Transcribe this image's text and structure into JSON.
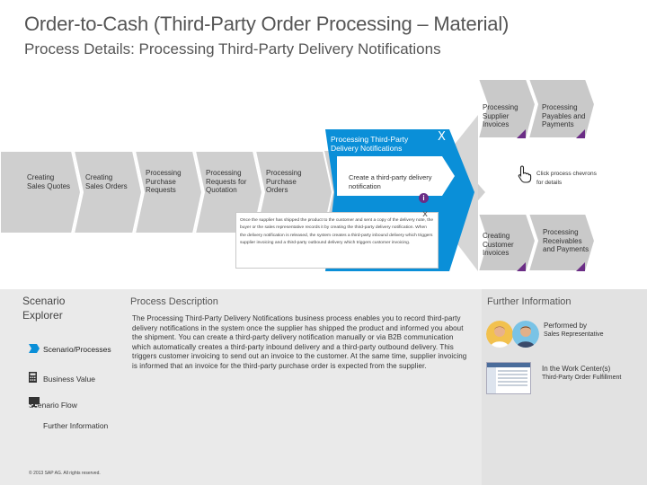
{
  "header": {
    "title": "Order-to-Cash (Third-Party Order Processing – Material)",
    "subtitle": "Process Details: Processing Third-Party Delivery Notifications"
  },
  "flow": {
    "steps": [
      {
        "id": "quotes",
        "label": "Creating Sales Quotes"
      },
      {
        "id": "orders",
        "label": "Creating Sales Orders"
      },
      {
        "id": "purchase_requests",
        "label": "Processing Purchase Requests"
      },
      {
        "id": "rfq",
        "label": "Processing Requests for Quotation"
      },
      {
        "id": "purchase_orders",
        "label": "Processing Purchase Orders"
      },
      {
        "id": "supplier_invoices",
        "label": "Processing Supplier Invoices"
      },
      {
        "id": "payables",
        "label": "Processing Payables and Payments"
      },
      {
        "id": "customer_invoices",
        "label": "Creating Customer Invoices"
      },
      {
        "id": "receivables",
        "label": "Processing Receivables and Payments"
      }
    ],
    "active_step": {
      "label": "Processing Third-Party Delivery Notifications",
      "close": "X",
      "task": "Create a third-party delivery notification",
      "info": "i"
    },
    "hint": "Click process chevrons for details",
    "tooltip": {
      "close": "x",
      "text": "Once the supplier has shipped the product to the customer and sent a copy of the delivery note, the buyer or the sales representative records it by creating the third-party delivery notification. When the delivery notification is released, the system creates a third-party inbound delivery which triggers supplier invoicing and a third-party outbound delivery which triggers customer invoicing."
    }
  },
  "explorer": {
    "title": "Scenario Explorer",
    "items": [
      {
        "label": "Scenario/Processes",
        "icon": "process-flow-icon"
      },
      {
        "label": "Business Value",
        "icon": "calculator-icon"
      },
      {
        "label": "Scenario Flow",
        "icon": "monitor-icon"
      },
      {
        "label": "Further Information",
        "icon": "info-icon"
      }
    ],
    "copyright": "© 2013 SAP AG. All rights reserved."
  },
  "description": {
    "heading": "Process Description",
    "body": "The Processing Third-Party Delivery Notifications business process enables you to record third-party delivery notifications in the system once the supplier has shipped the product and informed you about the shipment. You can create a third-party delivery notification manually or via B2B communication which automatically creates a third-party inbound delivery and a third-party outbound delivery. This triggers customer invoicing to send out an invoice to the customer. At the same time, supplier invoicing is informed that an invoice for the third-party purchase order is expected from the supplier."
  },
  "further": {
    "heading": "Further Information",
    "performed_label": "Performed by",
    "performed_value": "Sales Representative",
    "wc_label": "In the Work Center(s)",
    "wc_value": "Third-Party Order Fulfillment"
  },
  "colors": {
    "chevron": "#c9c9c9",
    "active": "#0a8fd8",
    "accent": "#6b2d86",
    "panel": "#eaeaea"
  }
}
